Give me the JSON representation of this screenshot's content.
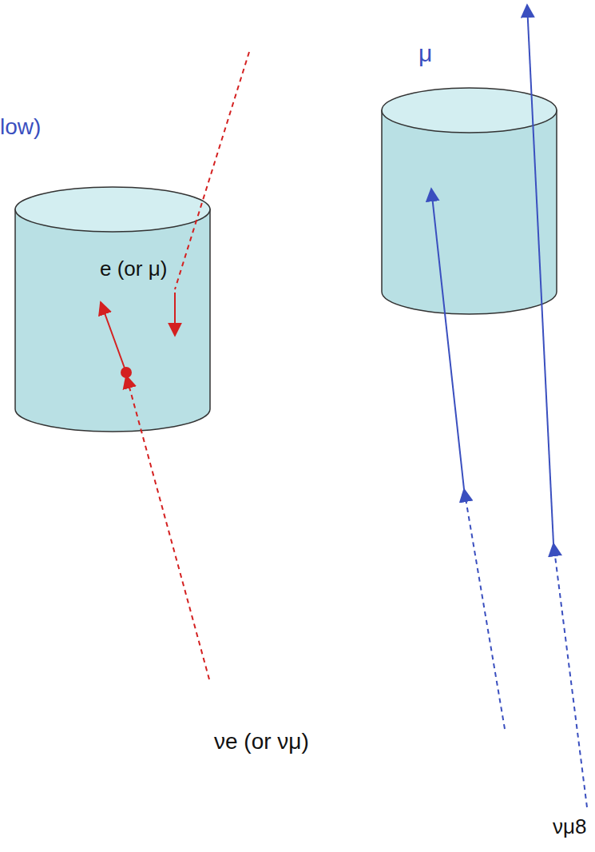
{
  "diagram": {
    "nodes": [
      {
        "text": [
          "e (or μ)"
        ]
      }
    ],
    "labels": [
      "low)",
      "μ",
      "νe (or νμ)",
      "νμ8"
    ]
  }
}
